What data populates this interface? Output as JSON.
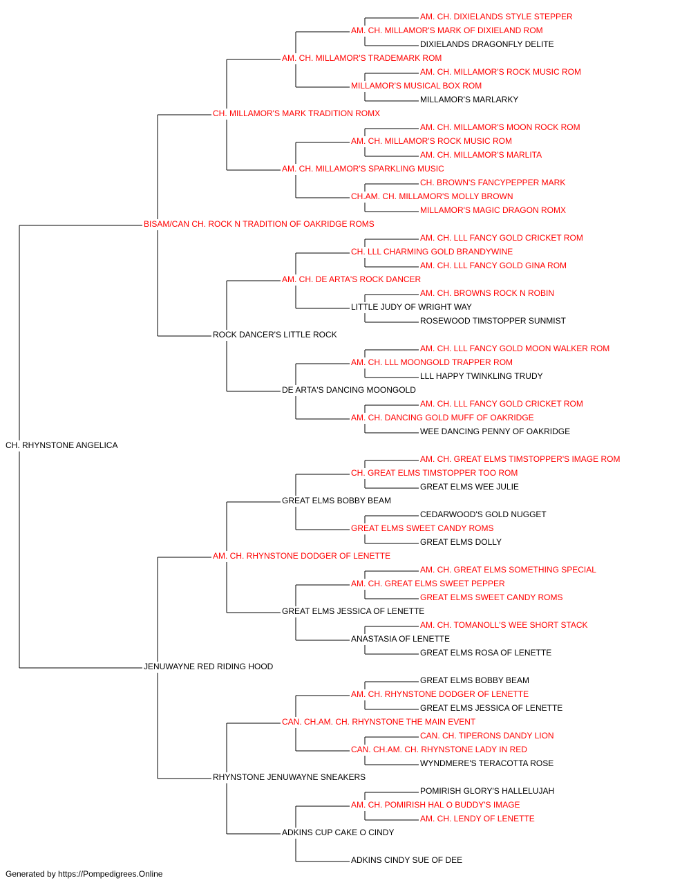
{
  "colors": {
    "champion": "#ff0000",
    "regular": "#000000",
    "line": "#000000"
  },
  "pedigree": {
    "name": "CH. RHYNSTONE ANGELICA",
    "champion": false,
    "sire": {
      "name": "BISAM/CAN CH. ROCK N TRADITION OF OAKRIDGE ROMS",
      "champion": true,
      "sire": {
        "name": "CH. MILLAMOR'S MARK TRADITION ROMX",
        "champion": true,
        "sire": {
          "name": "AM. CH. MILLAMOR'S TRADEMARK ROM",
          "champion": true,
          "sire": {
            "name": "AM. CH. MILLAMOR'S MARK OF DIXIELAND ROM",
            "champion": true,
            "sire": {
              "name": "AM. CH. DIXIELANDS STYLE STEPPER",
              "champion": true
            },
            "dam": {
              "name": "DIXIELANDS DRAGONFLY DELITE",
              "champion": false
            }
          },
          "dam": {
            "name": "MILLAMOR'S MUSICAL BOX ROM",
            "champion": true,
            "sire": {
              "name": "AM. CH. MILLAMOR'S ROCK MUSIC ROM",
              "champion": true
            },
            "dam": {
              "name": "MILLAMOR'S MARLARKY",
              "champion": false
            }
          }
        },
        "dam": {
          "name": "AM. CH. MILLAMOR'S SPARKLING MUSIC",
          "champion": true,
          "sire": {
            "name": "AM. CH. MILLAMOR'S ROCK MUSIC ROM",
            "champion": true,
            "sire": {
              "name": "AM. CH. MILLAMOR'S MOON ROCK ROM",
              "champion": true
            },
            "dam": {
              "name": "AM. CH. MILLAMOR'S MARLITA",
              "champion": true
            }
          },
          "dam": {
            "name": "CH.AM. CH. MILLAMOR'S MOLLY BROWN",
            "champion": true,
            "sire": {
              "name": "CH. BROWN'S FANCYPEPPER MARK",
              "champion": true
            },
            "dam": {
              "name": "MILLAMOR'S MAGIC DRAGON ROMX",
              "champion": true
            }
          }
        }
      },
      "dam": {
        "name": "ROCK DANCER'S LITTLE ROCK",
        "champion": false,
        "sire": {
          "name": "AM. CH. DE ARTA'S ROCK DANCER",
          "champion": true,
          "sire": {
            "name": "CH. LLL CHARMING GOLD BRANDYWINE",
            "champion": true,
            "sire": {
              "name": "AM. CH. LLL FANCY GOLD CRICKET ROM",
              "champion": true
            },
            "dam": {
              "name": "AM. CH. LLL FANCY GOLD GINA ROM",
              "champion": true
            }
          },
          "dam": {
            "name": "LITTLE JUDY OF WRIGHT WAY",
            "champion": false,
            "sire": {
              "name": "AM. CH. BROWNS ROCK N ROBIN",
              "champion": true
            },
            "dam": {
              "name": "ROSEWOOD TIMSTOPPER SUNMIST",
              "champion": false
            }
          }
        },
        "dam": {
          "name": "DE ARTA'S DANCING MOONGOLD",
          "champion": false,
          "sire": {
            "name": "AM. CH. LLL MOONGOLD TRAPPER ROM",
            "champion": true,
            "sire": {
              "name": "AM. CH. LLL FANCY GOLD MOON WALKER ROM",
              "champion": true
            },
            "dam": {
              "name": "LLL HAPPY TWINKLING TRUDY",
              "champion": false
            }
          },
          "dam": {
            "name": "AM. CH. DANCING GOLD MUFF OF OAKRIDGE",
            "champion": true,
            "sire": {
              "name": "AM. CH. LLL FANCY GOLD CRICKET ROM",
              "champion": true
            },
            "dam": {
              "name": "WEE DANCING PENNY OF OAKRIDGE",
              "champion": false
            }
          }
        }
      }
    },
    "dam": {
      "name": "JENUWAYNE RED RIDING HOOD",
      "champion": false,
      "sire": {
        "name": "AM. CH. RHYNSTONE DODGER OF LENETTE",
        "champion": true,
        "sire": {
          "name": "GREAT ELMS BOBBY BEAM",
          "champion": false,
          "sire": {
            "name": "CH. GREAT ELMS TIMSTOPPER TOO ROM",
            "champion": true,
            "sire": {
              "name": "AM. CH. GREAT ELMS TIMSTOPPER'S IMAGE ROM",
              "champion": true
            },
            "dam": {
              "name": "GREAT ELMS WEE JULIE",
              "champion": false
            }
          },
          "dam": {
            "name": "GREAT ELMS SWEET CANDY ROMS",
            "champion": true,
            "sire": {
              "name": "CEDARWOOD'S GOLD NUGGET",
              "champion": false
            },
            "dam": {
              "name": "GREAT ELMS DOLLY",
              "champion": false
            }
          }
        },
        "dam": {
          "name": "GREAT ELMS JESSICA OF LENETTE",
          "champion": false,
          "sire": {
            "name": "AM. CH. GREAT ELMS SWEET PEPPER",
            "champion": true,
            "sire": {
              "name": "AM. CH. GREAT ELMS SOMETHING SPECIAL",
              "champion": true
            },
            "dam": {
              "name": "GREAT ELMS SWEET CANDY ROMS",
              "champion": true
            }
          },
          "dam": {
            "name": "ANASTASIA OF LENETTE",
            "champion": false,
            "sire": {
              "name": "AM. CH. TOMANOLL'S WEE SHORT STACK",
              "champion": true
            },
            "dam": {
              "name": "GREAT ELMS ROSA OF LENETTE",
              "champion": false
            }
          }
        }
      },
      "dam": {
        "name": "RHYNSTONE JENUWAYNE SNEAKERS",
        "champion": false,
        "sire": {
          "name": "CAN. CH.AM. CH. RHYNSTONE THE MAIN EVENT",
          "champion": true,
          "sire": {
            "name": "AM. CH. RHYNSTONE DODGER OF LENETTE",
            "champion": true,
            "sire": {
              "name": "GREAT ELMS BOBBY BEAM",
              "champion": false
            },
            "dam": {
              "name": "GREAT ELMS JESSICA OF LENETTE",
              "champion": false
            }
          },
          "dam": {
            "name": "CAN. CH.AM. CH. RHYNSTONE LADY IN RED",
            "champion": true,
            "sire": {
              "name": "CAN. CH. TIPERONS DANDY LION",
              "champion": true
            },
            "dam": {
              "name": "WYNDMERE'S TERACOTTA ROSE",
              "champion": false
            }
          }
        },
        "dam": {
          "name": "ADKINS CUP CAKE O CINDY",
          "champion": false,
          "sire": {
            "name": "AM. CH. POMIRISH HAL O BUDDY'S IMAGE",
            "champion": true,
            "sire": {
              "name": "POMIRISH GLORY'S HALLELUJAH",
              "champion": false
            },
            "dam": {
              "name": "AM. CH. LENDY OF LENETTE",
              "champion": true
            }
          },
          "dam": {
            "name": "ADKINS CINDY SUE OF DEE",
            "champion": false
          }
        }
      }
    }
  },
  "footer": "Generated by https://Pompedigrees.Online"
}
